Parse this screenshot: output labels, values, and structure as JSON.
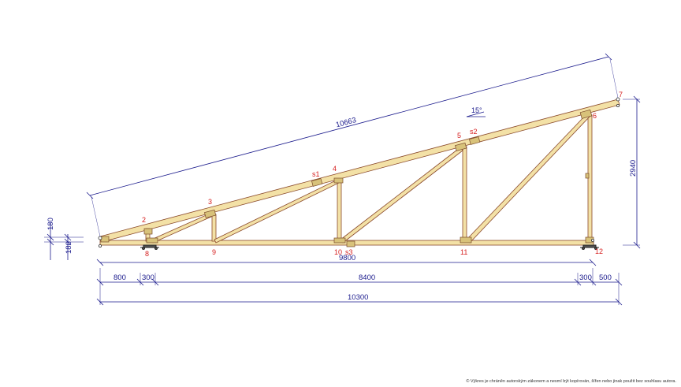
{
  "diagram": {
    "nodes": [
      "2",
      "3",
      "4",
      "5",
      "6",
      "7",
      "8",
      "9",
      "10",
      "11",
      "12"
    ],
    "plates": [
      "s1",
      "s2",
      "s3"
    ],
    "roof_angle": "15°",
    "dimensions": {
      "rafter_length": "10663",
      "height": "2940",
      "chord_length": "9800",
      "left_vertical_top": "180",
      "left_vertical_bottom": "180",
      "segments": [
        "800",
        "300",
        "8400",
        "300",
        "500"
      ],
      "total_length": "10300"
    }
  },
  "footer": {
    "copyright": "© Výkres je chráněn autorským zákonem a nesmí být kopírován, šířen nebo jinak použit bez souhlasu autora."
  },
  "colors": {
    "timber_fill": "#f3e1a6",
    "timber_edge": "#8a4a2c",
    "dimension": "#1a1a8c",
    "node_label": "#d62020"
  }
}
